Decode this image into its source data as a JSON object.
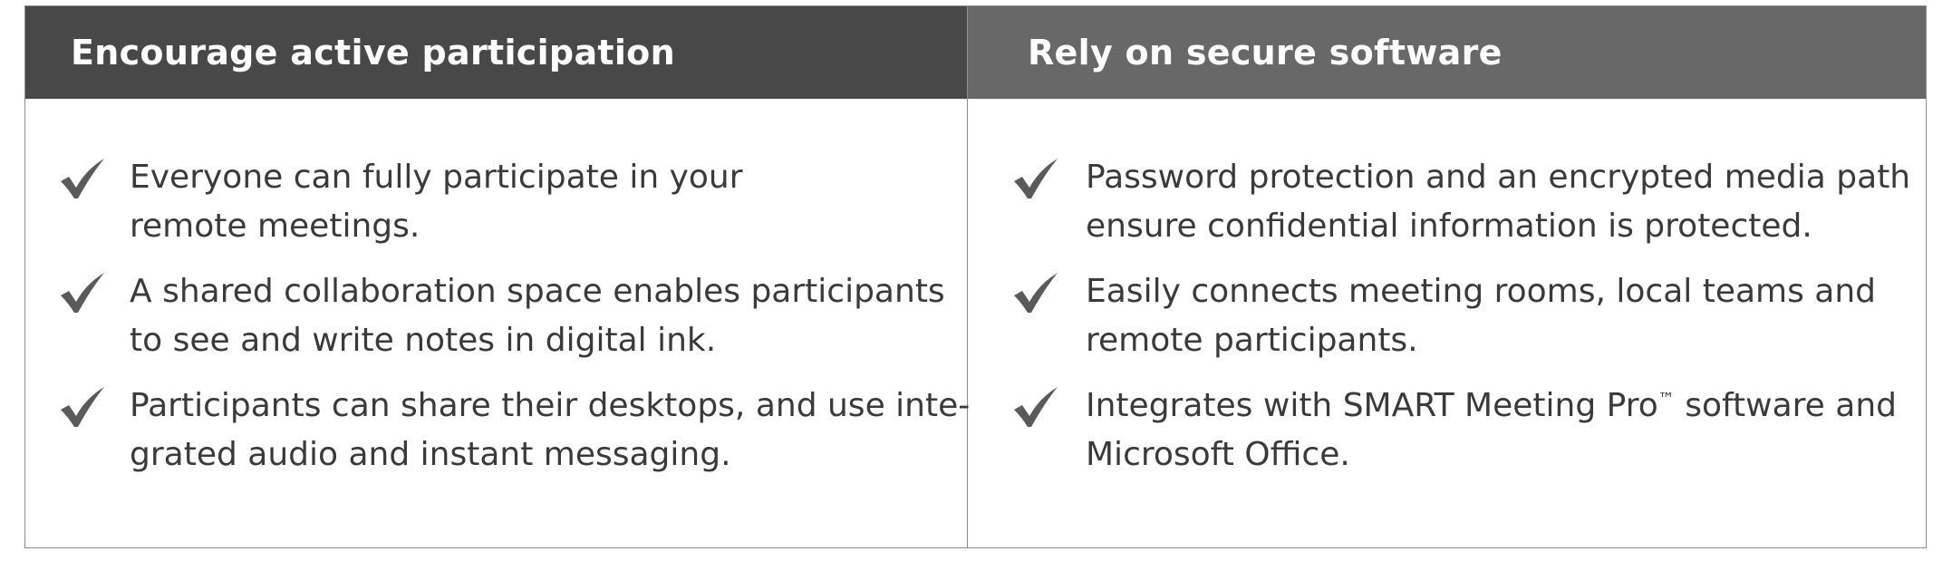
{
  "columns": [
    {
      "title": "Encourage active participation",
      "items": [
        {
          "lines": [
            "Everyone can fully participate in your",
            "remote meetings."
          ]
        },
        {
          "lines": [
            "A shared collaboration space enables participants",
            "to see and write notes in digital ink."
          ]
        },
        {
          "lines": [
            "Participants can share their desktops, and use inte-",
            "grated audio and instant messaging."
          ]
        }
      ]
    },
    {
      "title": "Rely on secure software",
      "items": [
        {
          "lines": [
            "Password protection and an encrypted media path",
            "ensure confidential information is protected."
          ]
        },
        {
          "lines": [
            "Easily connects meeting rooms, local teams and",
            "remote participants."
          ]
        },
        {
          "line1_pre": "Integrates with SMART Meeting Pro",
          "line1_tm": "™",
          "line1_post": " software and",
          "line2": "Microsoft Office."
        }
      ]
    }
  ],
  "icons": {
    "bullet": "check-mark-icon"
  },
  "colors": {
    "left_header_bg": "#484848",
    "right_header_bg": "#686868",
    "check": "#5a5a5a",
    "text": "#3a3a3a",
    "border": "#8c8c8c"
  }
}
